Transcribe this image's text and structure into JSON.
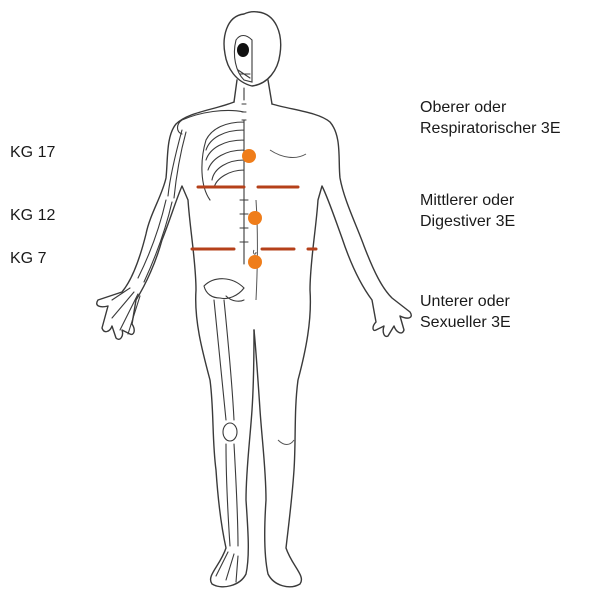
{
  "points": [
    {
      "label": "KG 17"
    },
    {
      "label": "KG 12"
    },
    {
      "label": "KG 7"
    }
  ],
  "zones": [
    {
      "line1": "Oberer oder",
      "line2": "Respiratorischer 3E"
    },
    {
      "line1": "Mittlerer oder",
      "line2": "Digestiver 3E"
    },
    {
      "line1": "Unterer oder",
      "line2": "Sexueller 3E"
    }
  ],
  "colors": {
    "point": "#ef7d1a",
    "divider": "#b5401a",
    "outline": "#3a3a3a"
  }
}
